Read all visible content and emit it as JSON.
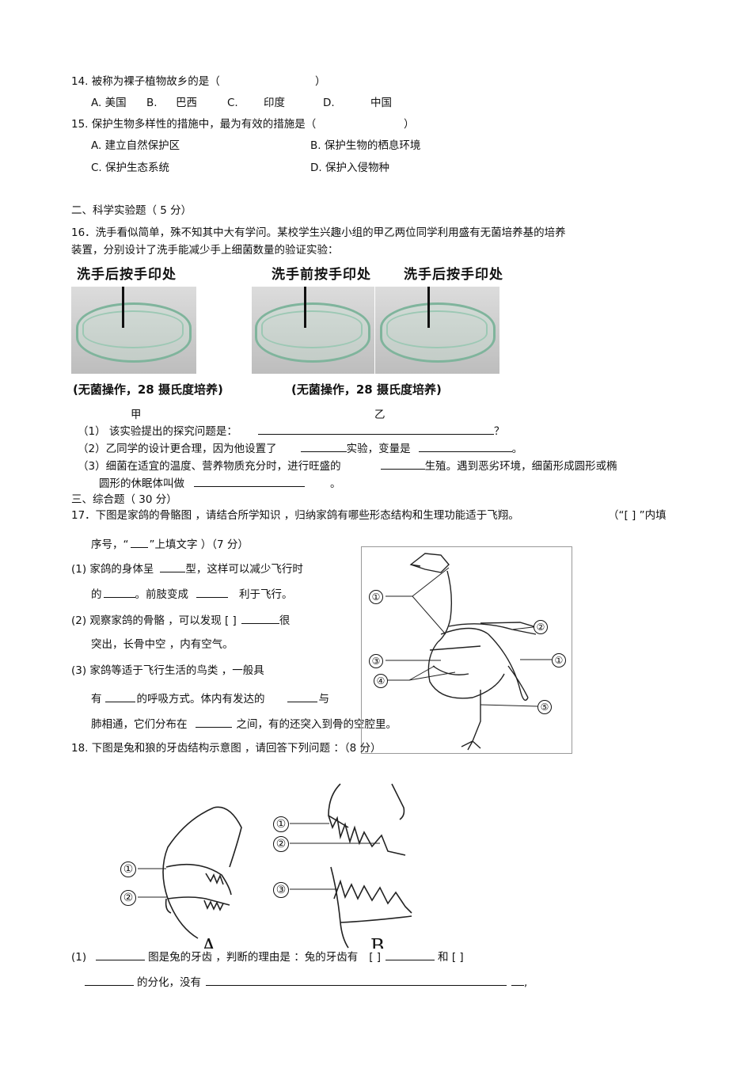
{
  "q14": {
    "stem": "14. 被称为裸子植物故乡的是（",
    "paren_close": "）",
    "options": [
      "A. 美国",
      "B.",
      "巴西",
      "C.",
      "印度",
      "D.",
      "中国"
    ]
  },
  "q15": {
    "stem": "15. 保护生物多样性的措施中，最为有效的措施是（",
    "paren_close": "）",
    "optA": "A.  建立自然保护区",
    "optB": "B.  保护生物的栖息环境",
    "optC": "C.  保护生态系统",
    "optD": "D.  保护入侵物种"
  },
  "section2": {
    "title": "二、科学实验题（   5 分）"
  },
  "q16": {
    "line1": "16．洗手看似简单，殊不知其中大有学问。某校学生兴趣小组的甲乙两位同学利用盛有无菌培养基的培养",
    "line2": "装置，分别设计了洗手能减少手上细菌数量的验证实验：",
    "label_after_a": "洗手后按手印处",
    "label_before": "洗手前按手印处",
    "label_after_b": "洗手后按手印处",
    "note_a": "(无菌操作，28 摄氏度培养)",
    "note_b": "(无菌操作，28 摄氏度培养)",
    "jia": "甲",
    "yi": "乙",
    "s1_a": "（1）  该实验提出的探究问题是：",
    "s1_b": "？",
    "s2_a": "（2）乙同学的设计更合理，因为他设置了",
    "s2_b": "实验，变量是",
    "s2_c": "。",
    "s3_a": "（3）细菌在适宜的温度、营养物质充分时，进行旺盛的",
    "s3_b": "生殖。遇到恶劣环境，细菌形成圆形或椭",
    "s3_c": "圆形的休眠体叫做",
    "s3_d": "。"
  },
  "section3": {
    "title": "三、综合题（   30 分）"
  },
  "q17": {
    "stem": "17．下图是家鸽的骨骼图   ，请结合所学知识  ，归纳家鸽有哪些形态结构和生理功能适于飞翔。",
    "hint_a": "（“[ ]   ”内填",
    "hint_b": "序号，“",
    "hint_c": "”上填文字  ）（7 分）",
    "p1a": "(1) 家鸽的身体呈",
    "p1b": "型，这样可以减少飞行时",
    "p1c": "的",
    "p1d": "。前肢变成",
    "p1e": "利于飞行。",
    "p2a": "(2) 观察家鸽的骨骼  ，可以发现  [ ]",
    "p2b": "很",
    "p2c": "突出，长骨中空  ，内有空气。",
    "p3a": "(3) 家鸽等适于飞行生活的鸟类     ，一般具",
    "p3b": "有",
    "p3c": "的呼吸方式。体内有发达的",
    "p3d": "与",
    "p3e": "肺相通，它们分布在",
    "p3f": "之间，有的还突入到骨的空腔里。",
    "labels": [
      "①",
      "②",
      "③",
      "①",
      "④",
      "⑤"
    ]
  },
  "q18": {
    "stem": "18. 下图是兔和狼的牙齿结构示意图     ，请回答下列问题  ：（8 分）",
    "labels_a": [
      "①",
      "②"
    ],
    "labels_b": [
      "①",
      "②",
      "③"
    ],
    "fig_a": "A",
    "fig_b": "B",
    "p1a": "(1)",
    "p1b": "图是兔的牙齿  ，判断的理由是  ：兔的牙齿有",
    "p1c": "[    ]",
    "p1d": "和 [    ]",
    "p1e": "的分化，没有",
    "p1f": ","
  }
}
